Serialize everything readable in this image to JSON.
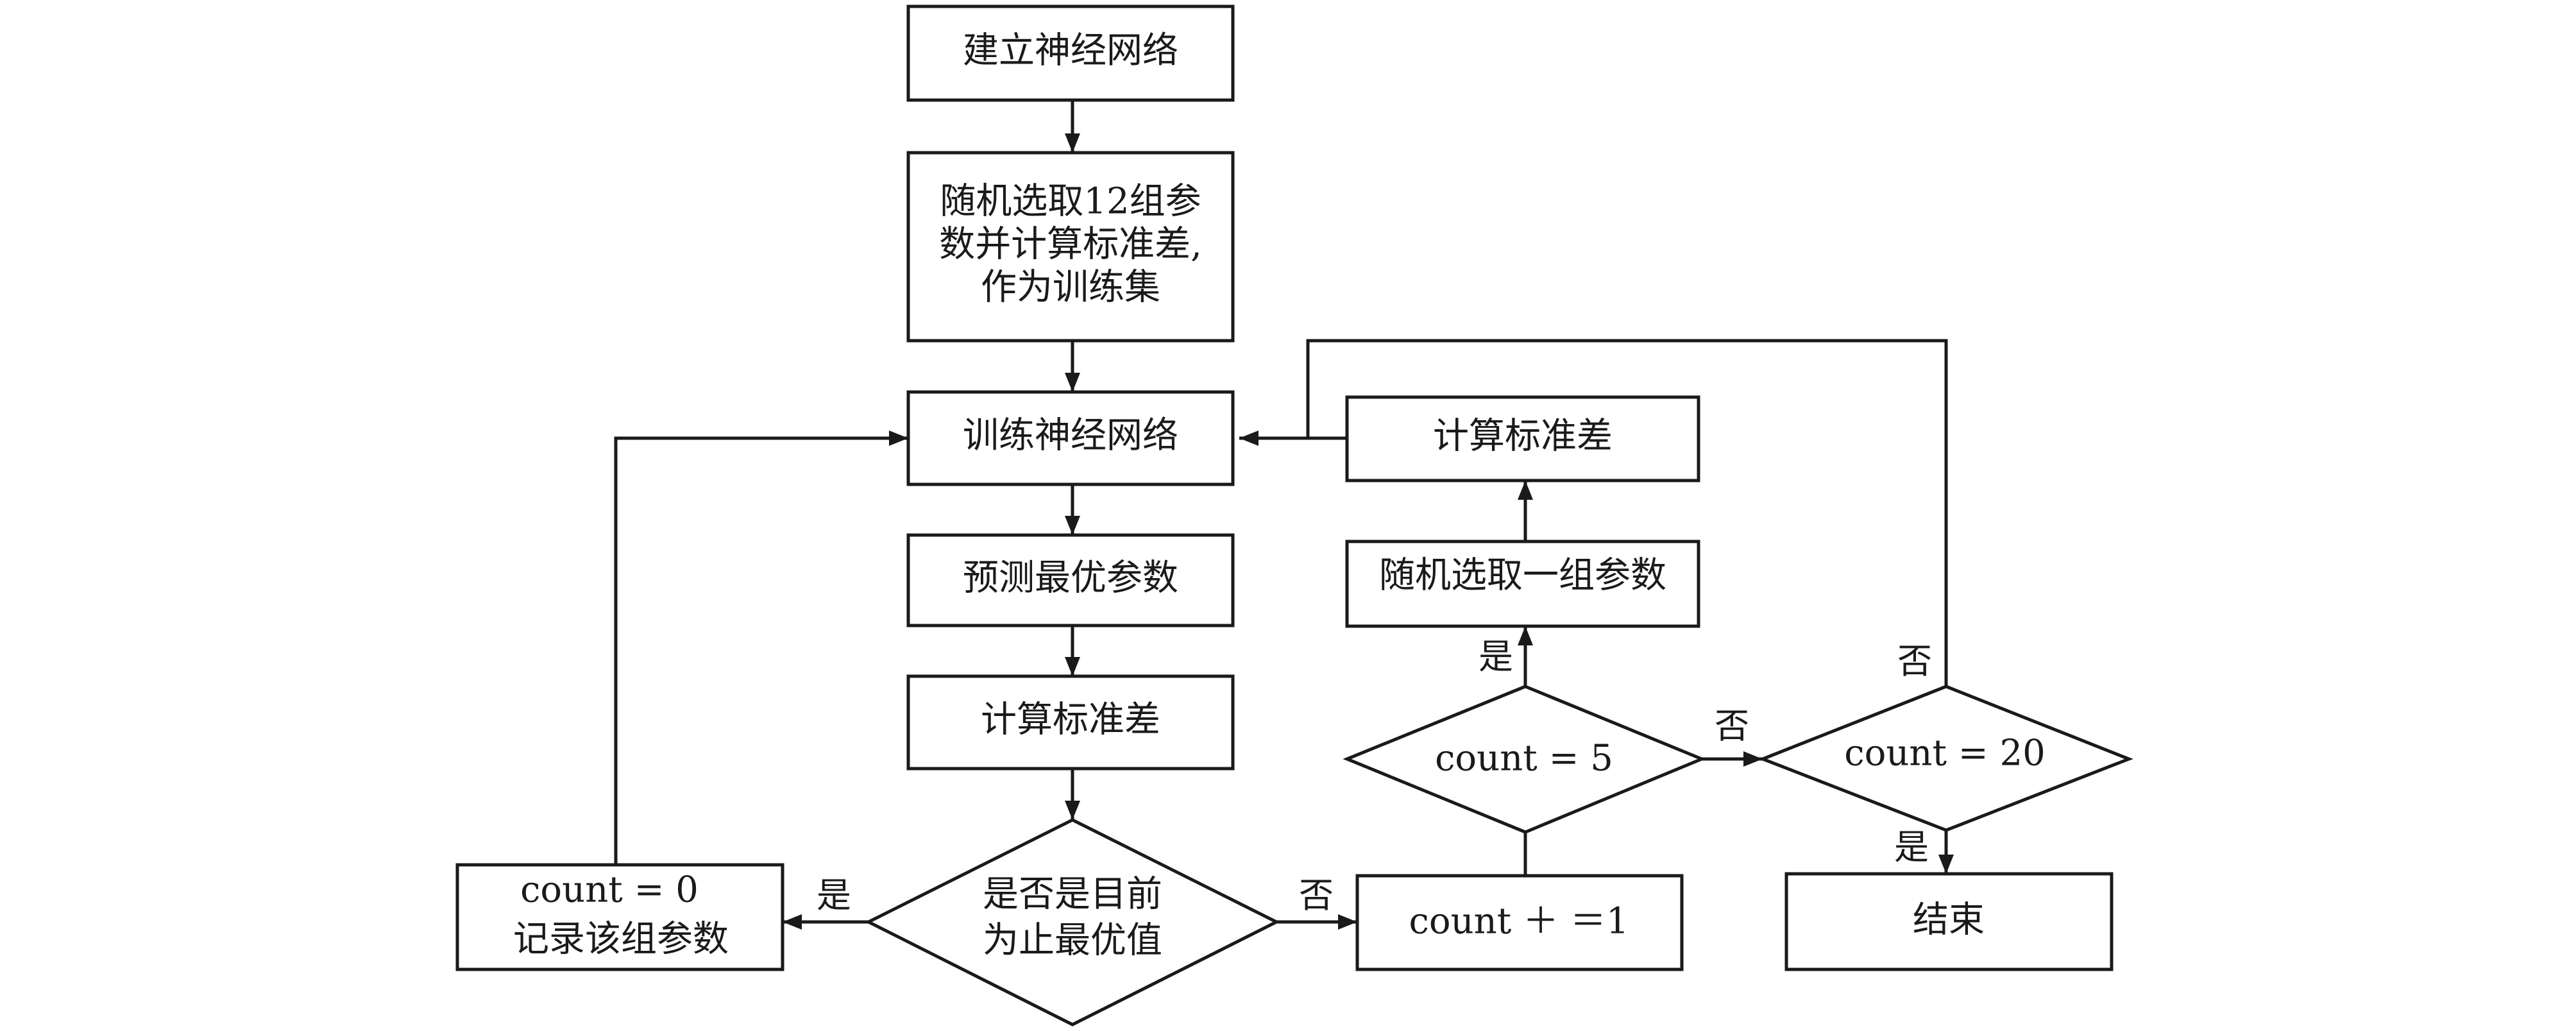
{
  "nodes": {
    "build_network": "建立神经网络",
    "random_select_12": [
      "随机选取12组参",
      "数并计算标准差,",
      "作为训练集"
    ],
    "train_network": "训练神经网络",
    "predict_optimal": "预测最优参数",
    "calc_std_left": "计算标准差",
    "is_best_so_far": [
      "是否是目前",
      "为止最优值"
    ],
    "reset_record": [
      "count = 0",
      "记录该组参数"
    ],
    "count_increment": "count ＋ ＝1",
    "count_eq_5": "count = 5",
    "random_select_one": "随机选取一组参数",
    "calc_std_right": "计算标准差",
    "count_eq_20": "count = 20",
    "end": "结束"
  },
  "edge_labels": {
    "best_yes": "是",
    "best_no": "否",
    "count5_yes": "是",
    "count5_no": "否",
    "count20_no": "否",
    "count20_yes": "是"
  }
}
